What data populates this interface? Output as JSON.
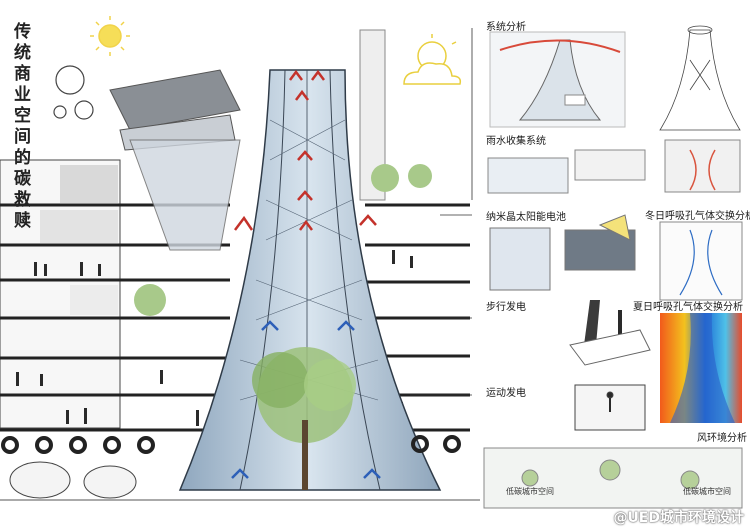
{
  "title": "传统商业空间的碳救赎",
  "sections": {
    "system": "系统分析",
    "rain": "雨水收集系统",
    "nano": "纳米晶太阳能电池",
    "winter": "冬日呼吸孔气体交换分析",
    "walking": "步行发电",
    "summer": "夏日呼吸孔气体交换分析",
    "sport": "运动发电",
    "wind": "风环境分析"
  },
  "captions": {
    "low_floor_left": "低碳城市空间",
    "low_floor_right": "低碳城市空间"
  },
  "watermark": "@UED城市环境设计"
}
